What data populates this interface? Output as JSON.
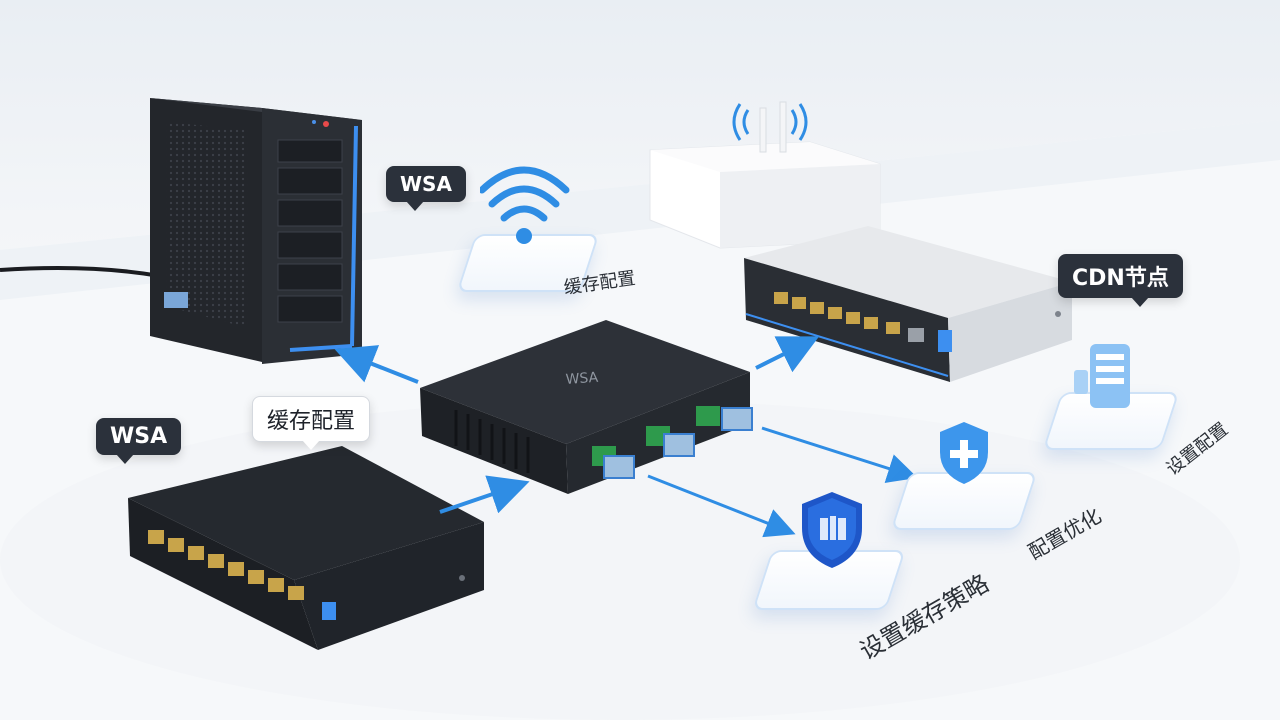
{
  "labels": {
    "wsa_top": "WSA",
    "wsa_left": "WSA",
    "cache_config_bubble": "缓存配置",
    "cdn_node": "CDN节点",
    "switch_brand": "WSA"
  },
  "captions": {
    "cache_config_small": "缓存配置",
    "settings_config": "设置配置",
    "config_optimize": "配置优化",
    "set_cache_policy": "设置缓存策略"
  },
  "colors": {
    "accent_blue": "#2f8de4",
    "device_dark": "#23272e",
    "device_silver": "#d7dbe0",
    "port_gold": "#c8a44a",
    "tag_dark": "#2b313b"
  },
  "icons": [
    "wifi-icon",
    "shield-plus-icon",
    "shield-book-icon",
    "server-stack-icon",
    "router-antenna-icon"
  ]
}
